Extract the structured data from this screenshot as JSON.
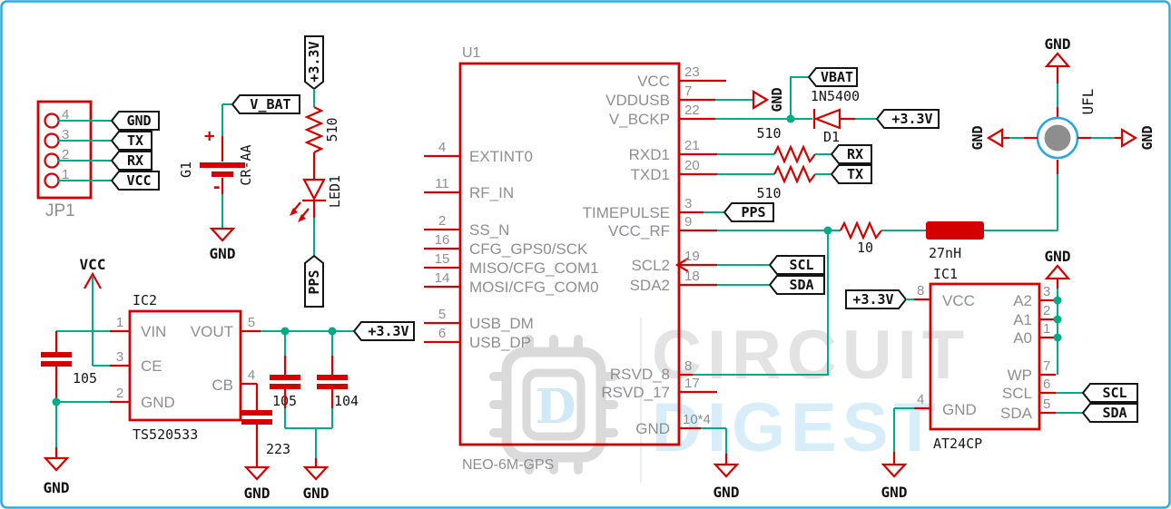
{
  "colors": {
    "wire_green": "#00AC85",
    "symbol_red": "#D40000",
    "pin_gray": "#8E8E93",
    "flag_black": "#111111",
    "border_blue": "#2AABE2",
    "watermark_gray": "#E3E3E3",
    "watermark_blue": "#D7EEF9"
  },
  "watermark": {
    "word1": "CIRCUIT",
    "word2": "DIGEST",
    "logo_letter": "D"
  },
  "labels": {
    "gnd": "GND",
    "vcc": "VCC",
    "p33": "+3.3V",
    "pps": "PPS",
    "scl": "SCL",
    "sda": "SDA",
    "rx": "RX",
    "tx": "TX",
    "vbat": "VBAT",
    "v_bat": "V_BAT"
  },
  "jp1": {
    "ref": "JP1",
    "pins": [
      {
        "num": "4",
        "net": "GND"
      },
      {
        "num": "3",
        "net": "TX"
      },
      {
        "num": "2",
        "net": "RX"
      },
      {
        "num": "1",
        "net": "VCC"
      }
    ]
  },
  "battery": {
    "ref": "G1",
    "value": "CR-AA",
    "plus": "+",
    "minus": "-"
  },
  "led_branch": {
    "resistor_value": "510",
    "led_ref": "LED1"
  },
  "regulator": {
    "ref": "IC2",
    "value": "TS520533",
    "pins": [
      {
        "num": "1",
        "name": "VIN"
      },
      {
        "num": "3",
        "name": "CE"
      },
      {
        "num": "2",
        "name": "GND"
      },
      {
        "num": "5",
        "name": "VOUT"
      },
      {
        "num": "4",
        "name": "CB"
      }
    ],
    "cap_in": "105",
    "cap_cb": "223",
    "cap_out1": "105",
    "cap_out2": "104"
  },
  "u1": {
    "ref": "U1",
    "value": "NEO-6M-GPS",
    "left_pins": [
      {
        "num": "4",
        "name": "EXTINT0"
      },
      {
        "num": "11",
        "name": "RF_IN"
      },
      {
        "num": "2",
        "name": "SS_N"
      },
      {
        "num": "16",
        "name": "CFG_GPS0/SCK"
      },
      {
        "num": "15",
        "name": "MISO/CFG_COM1"
      },
      {
        "num": "14",
        "name": "MOSI/CFG_COM0"
      },
      {
        "num": "5",
        "name": "USB_DM"
      },
      {
        "num": "6",
        "name": "USB_DP"
      }
    ],
    "right_pins": [
      {
        "num": "23",
        "name": "VCC"
      },
      {
        "num": "7",
        "name": "VDDUSB"
      },
      {
        "num": "22",
        "name": "V_BCKP"
      },
      {
        "num": "21",
        "name": "RXD1"
      },
      {
        "num": "20",
        "name": "TXD1"
      },
      {
        "num": "3",
        "name": "TIMEPULSE"
      },
      {
        "num": "9",
        "name": "VCC_RF"
      },
      {
        "num": "19",
        "name": "SCL2"
      },
      {
        "num": "18",
        "name": "SDA2"
      },
      {
        "num": "8",
        "name": "RSVD_8"
      },
      {
        "num": "17",
        "name": "RSVD_17"
      },
      {
        "num": "10*4",
        "name": "GND"
      }
    ]
  },
  "diode": {
    "ref": "D1",
    "value": "1N5400"
  },
  "uart": {
    "r_rx": "510",
    "r_tx": "510"
  },
  "rf": {
    "r_series": "10",
    "l_series": "27nH",
    "connector": "UFL"
  },
  "eeprom": {
    "ref": "IC1",
    "value": "AT24CP",
    "left_pins": [
      {
        "num": "8",
        "name": "VCC"
      },
      {
        "num": "4",
        "name": "GND"
      }
    ],
    "right_pins": [
      {
        "num": "3",
        "name": "A2"
      },
      {
        "num": "2",
        "name": "A1"
      },
      {
        "num": "1",
        "name": "A0"
      },
      {
        "num": "7",
        "name": "WP"
      },
      {
        "num": "6",
        "name": "SCL"
      },
      {
        "num": "5",
        "name": "SDA"
      }
    ]
  }
}
